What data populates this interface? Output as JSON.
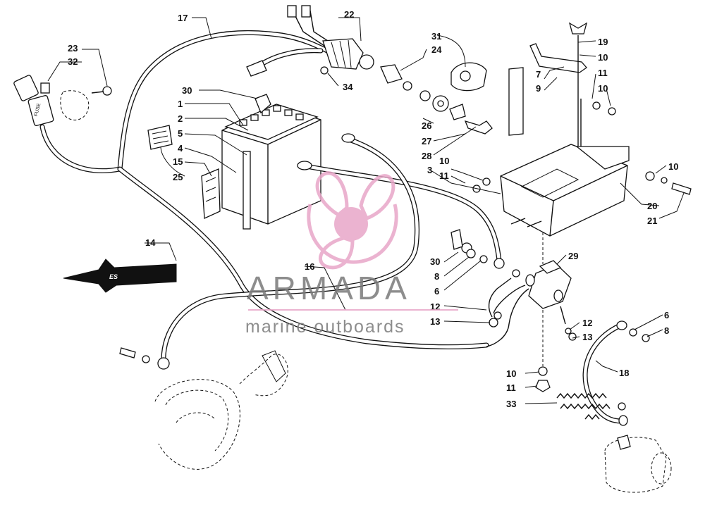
{
  "callouts": {
    "c1": "1",
    "c2": "2",
    "c3": "3",
    "c4": "4",
    "c5": "5",
    "c6a": "6",
    "c6b": "6",
    "c7": "7",
    "c8a": "8",
    "c8b": "8",
    "c9": "9",
    "c10a": "10",
    "c10b": "10",
    "c10c": "10",
    "c10d": "10",
    "c10e": "10",
    "c11a": "11",
    "c11b": "11",
    "c11c": "11",
    "c12a": "12",
    "c12b": "12",
    "c13a": "13",
    "c13b": "13",
    "c14": "14",
    "c15": "15",
    "c16": "16",
    "c17": "17",
    "c18": "18",
    "c19": "19",
    "c20": "20",
    "c21": "21",
    "c22": "22",
    "c23": "23",
    "c24": "24",
    "c25": "25",
    "c26": "26",
    "c27": "27",
    "c28": "28",
    "c29": "29",
    "c30a": "30",
    "c30b": "30",
    "c31": "31",
    "c32": "32",
    "c33": "33",
    "c34": "34"
  },
  "fuse_label": "FUSE",
  "watermark": {
    "title": "ARMADA",
    "subtitle": "marine outboards",
    "logo_color": "#e8a6c8",
    "text_color": "#7a7a7a"
  },
  "colors": {
    "line": "#111111",
    "background": "#ffffff"
  }
}
